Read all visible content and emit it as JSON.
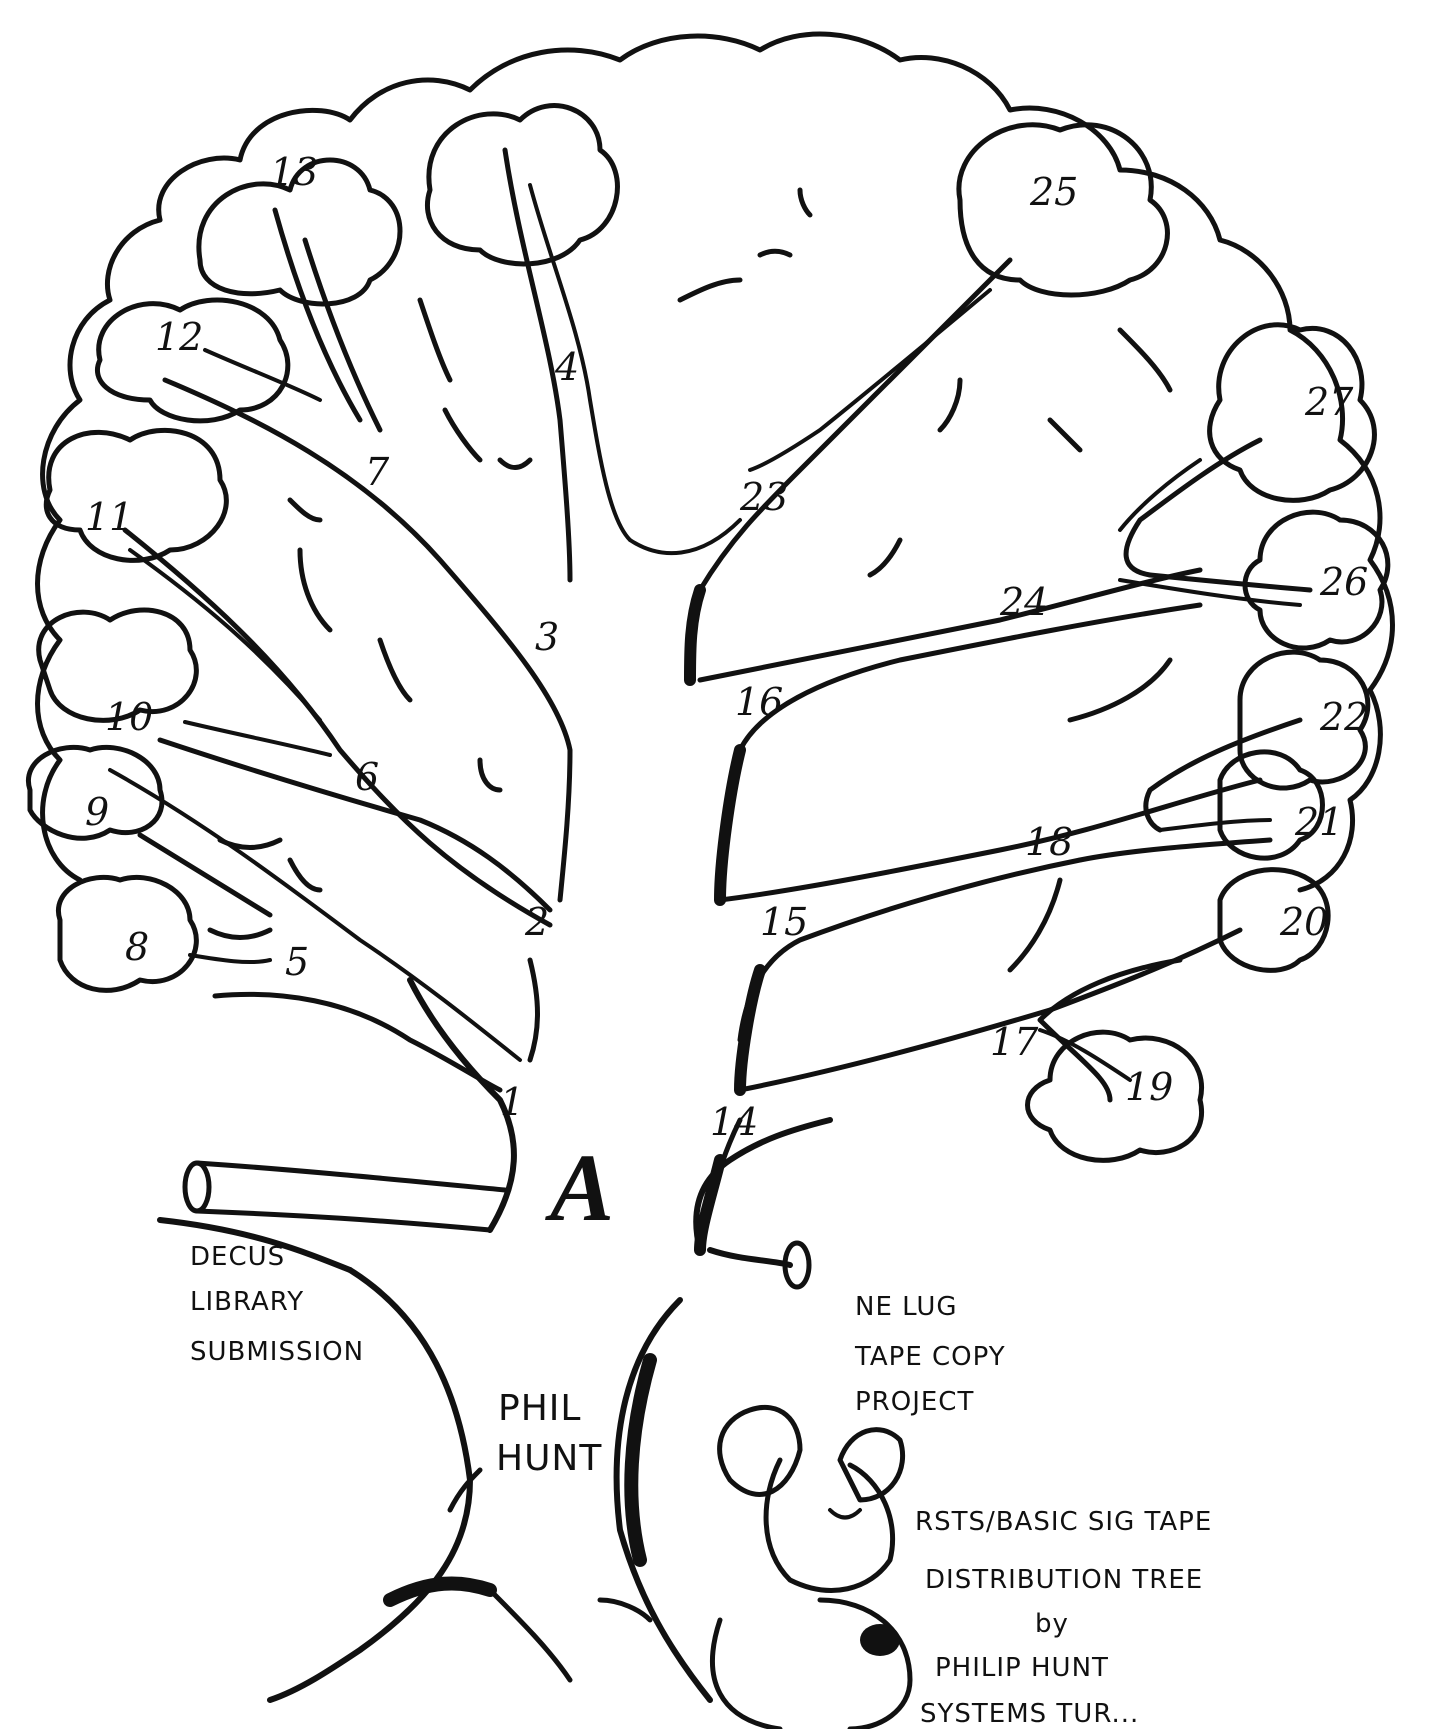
{
  "node_labels": [
    "1",
    "2",
    "3",
    "4",
    "5",
    "6",
    "7",
    "8",
    "9",
    "10",
    "11",
    "12",
    "13",
    "14",
    "15",
    "16",
    "17",
    "18",
    "19",
    "20",
    "21",
    "22",
    "23",
    "24",
    "25",
    "26",
    "27"
  ],
  "tree_root_label": "A",
  "trunk_label": [
    "PHIL",
    "HUNT"
  ],
  "left_branch_caption": [
    "DECUS",
    "LIBRARY",
    "SUBMISSION"
  ],
  "right_branch_caption": [
    "NE LUG",
    "TAPE COPY",
    "PROJECT"
  ],
  "title_caption": [
    "RSTS/BASIC SIG TAPE",
    "DISTRIBUTION TREE",
    "by",
    "PHILIP HUNT",
    "SYSTEMS TUR..."
  ],
  "colors": {
    "ink": "#111111",
    "paper": "#ffffff"
  }
}
